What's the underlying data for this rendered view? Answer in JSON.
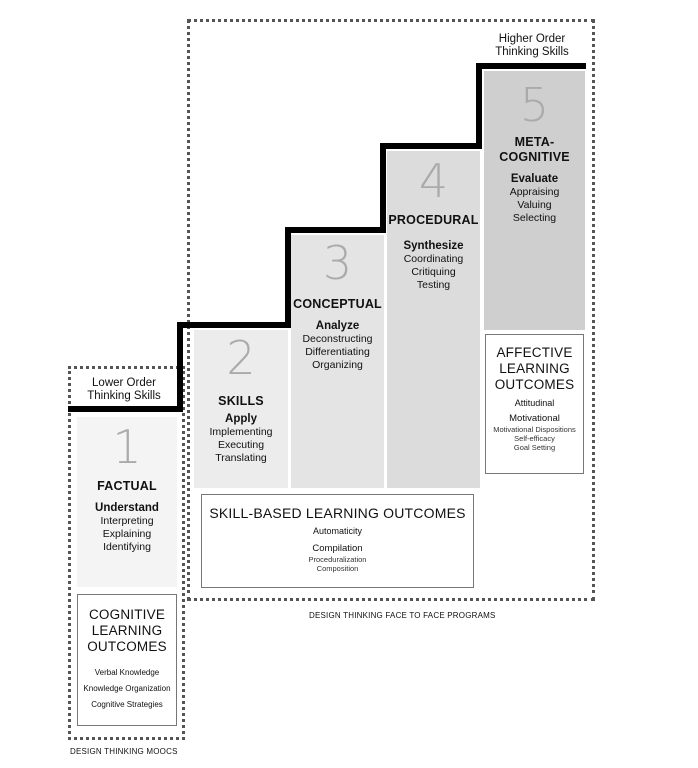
{
  "labels": {
    "lower": [
      "Lower Order",
      "Thinking Skills"
    ],
    "higher": [
      "Higher Order",
      "Thinking Skills"
    ]
  },
  "levels": [
    {
      "number": "1",
      "title": "FACTUAL",
      "verb": "Understand",
      "items": [
        "Interpreting",
        "Explaining",
        "Identifying"
      ]
    },
    {
      "number": "2",
      "title": "SKILLS",
      "verb": "Apply",
      "items": [
        "Implementing",
        "Executing",
        "Translating"
      ]
    },
    {
      "number": "3",
      "title": "CONCEPTUAL",
      "verb": "Analyze",
      "items": [
        "Deconstructing",
        "Differentiating",
        "Organizing"
      ]
    },
    {
      "number": "4",
      "title": "PROCEDURAL",
      "verb": "Synthesize",
      "items": [
        "Coordinating",
        "Critiquing",
        "Testing"
      ]
    },
    {
      "number": "5",
      "title_lines": [
        "META-",
        "COGNITIVE"
      ],
      "verb": "Evaluate",
      "items": [
        "Appraising",
        "Valuing",
        "Selecting"
      ]
    }
  ],
  "outcomes": {
    "cognitive": {
      "title_lines": [
        "COGNITIVE",
        "LEARNING",
        "OUTCOMES"
      ],
      "items": [
        "Verbal Knowledge",
        "Knowledge Organization",
        "Cognitive Strategies"
      ]
    },
    "skill": {
      "title": "SKILL-BASED LEARNING OUTCOMES",
      "item1": "Automaticity",
      "item2": "Compilation",
      "subitems": [
        "Proceduralization",
        "Composition"
      ]
    },
    "affective": {
      "title_lines": [
        "AFFECTIVE",
        "LEARNING",
        "OUTCOMES"
      ],
      "item1": "Attitudinal",
      "item2": "Motivational",
      "subitems": [
        "Motivational Dispositions",
        "Self-efficacy",
        "Goal Setting"
      ]
    }
  },
  "captions": {
    "moocs": "DESIGN THINKING MOOCS",
    "f2f": "DESIGN THINKING FACE TO FACE PROGRAMS"
  },
  "colors": {
    "col1": "#f3f4f3",
    "col2": "#ececec",
    "col3": "#e4e4e4",
    "col4": "#dcdcdc",
    "col5": "#cfcfcf",
    "staircase": "#000000",
    "dotted_border": "#555555"
  }
}
